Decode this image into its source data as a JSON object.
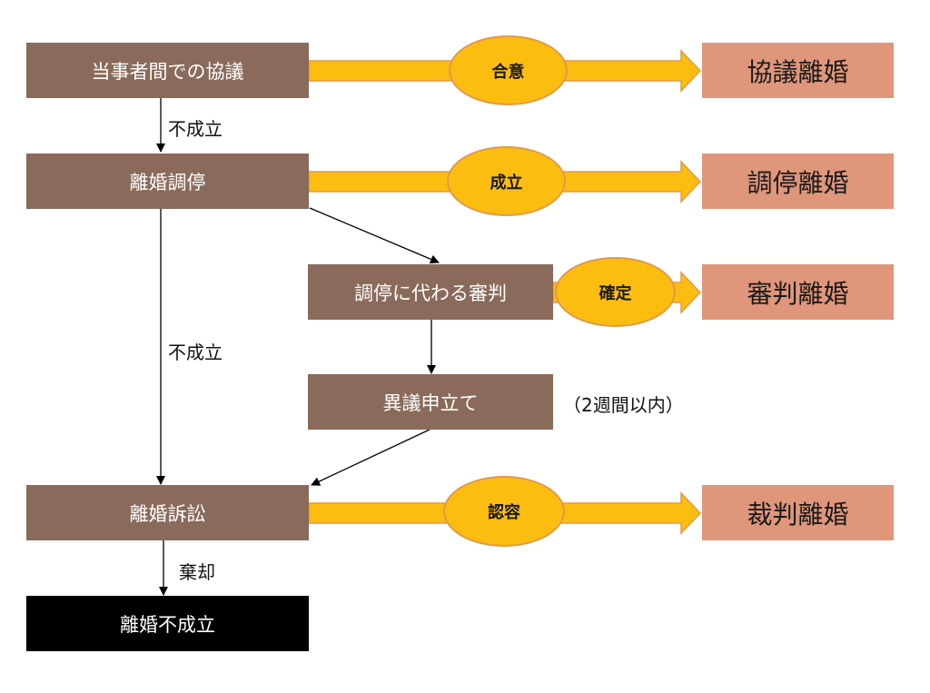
{
  "colors": {
    "process_box": "#8a6a5a",
    "terminal_box": "#000000",
    "result_box": "#e0967a",
    "flow_arrow": "#fdbd10",
    "flow_arrow_border": "#e09a4a"
  },
  "nodes": {
    "negotiation": "当事者間での協議",
    "mediation": "離婚調停",
    "judgment_in_lieu": "調停に代わる審判",
    "objection": "異議申立て",
    "lawsuit": "離婚訴訟",
    "no_divorce": "離婚不成立"
  },
  "results": {
    "consensual": "協議離婚",
    "mediated": "調停離婚",
    "adjudicated": "審判離婚",
    "judicial": "裁判離婚"
  },
  "flow_labels": {
    "agreement": "合意",
    "established": "成立",
    "finalized": "確定",
    "granted": "認容"
  },
  "edge_labels": {
    "negotiation_failed": "不成立",
    "mediation_failed": "不成立",
    "dismissed": "棄却",
    "objection_deadline": "（2週間以内）"
  }
}
